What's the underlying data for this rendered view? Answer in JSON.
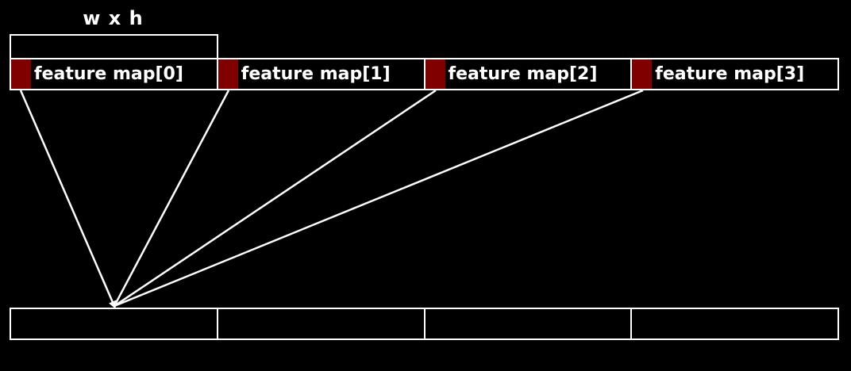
{
  "dimension_label": "w x h",
  "marker_color": "#800000",
  "line_color": "#ffffff",
  "background_color": "#000000",
  "feature_maps": [
    {
      "label": "feature map[0]"
    },
    {
      "label": "feature map[1]"
    },
    {
      "label": "feature map[2]"
    },
    {
      "label": "feature map[3]"
    }
  ],
  "output_cells": [
    {},
    {},
    {},
    {}
  ]
}
